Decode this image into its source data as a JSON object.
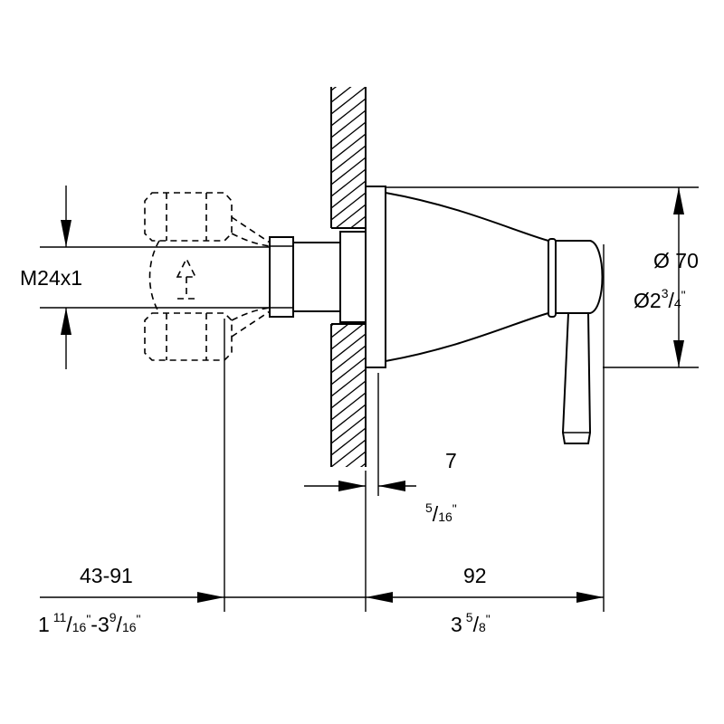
{
  "labels": {
    "thread": "M24x1",
    "diameter_mm": "Ø 70",
    "diameter_in_prefix": "Ø",
    "diameter_in_whole": "2",
    "diameter_in_num": "3",
    "diameter_in_den": "4",
    "rosette_gap_mm": "7",
    "rosette_gap_in_num": "5",
    "rosette_gap_in_den": "16",
    "wall_range_mm": "43-91",
    "wall_range_in_a_whole": "1",
    "wall_range_in_a_num": "11",
    "wall_range_in_a_den": "16",
    "wall_range_in_sep": "-3",
    "wall_range_in_b_num": "9",
    "wall_range_in_b_den": "16",
    "projection_mm": "92",
    "projection_in_whole": "3",
    "projection_in_num": "5",
    "projection_in_den": "8",
    "inch_mark": "\""
  }
}
